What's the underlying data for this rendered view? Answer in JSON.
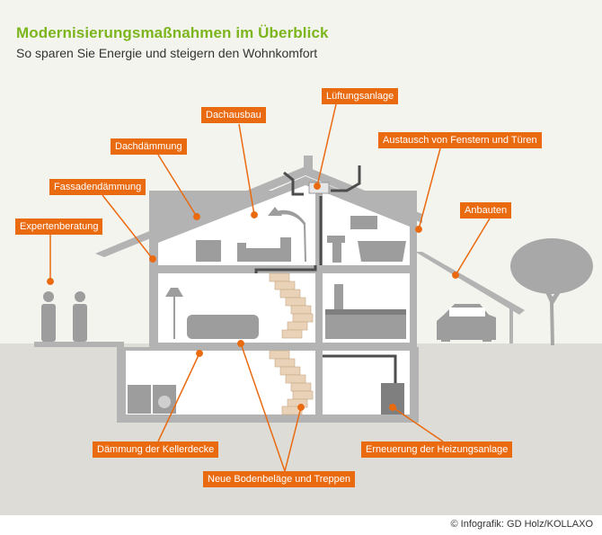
{
  "header": {
    "title": "Modernisierungsmaßnahmen im Überblick",
    "subtitle": "So sparen Sie Energie und steigern den Wohnkomfort"
  },
  "labels": {
    "lueftungsanlage": "Lüftungsanlage",
    "dachausbau": "Dachausbau",
    "dachdaemmung": "Dachdämmung",
    "austausch": "Austausch von Fenstern und Türen",
    "fassadendaemmung": "Fassadendämmung",
    "anbauten": "Anbauten",
    "expertenberatung": "Expertenberatung",
    "kellerdecke": "Dämmung der Kellerdecke",
    "heizung": "Erneuerung der Heizungsanlage",
    "bodenbelaege": "Neue Bodenbeläge und Treppen"
  },
  "footer": {
    "credit": "© Infografik: GD Holz/KOLLAXO"
  },
  "colors": {
    "accent": "#ea6a10",
    "title_green": "#7cb51c",
    "house_grey": "#b3b3b3",
    "interior": "#ffffff",
    "background": "#f4f4ef"
  }
}
